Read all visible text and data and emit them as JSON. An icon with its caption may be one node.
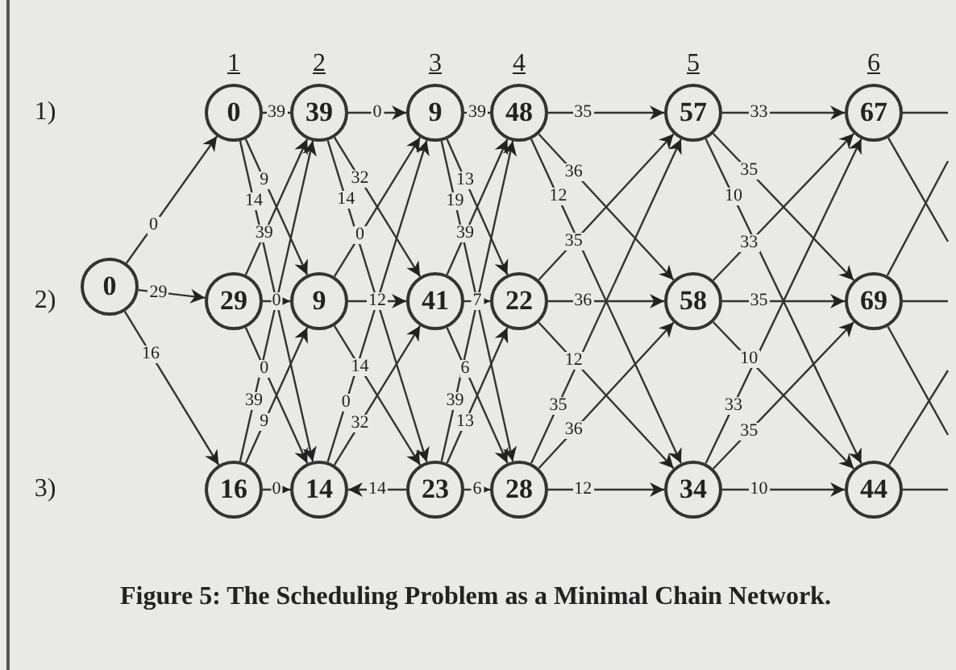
{
  "diagram": {
    "caption": "Figure 5: The Scheduling Problem as a Minimal Chain Network.",
    "nodes": [
      {
        "text": [
          "0"
        ]
      },
      {
        "text": [
          "0"
        ]
      },
      {
        "text": [
          "29"
        ]
      },
      {
        "text": [
          "16"
        ]
      },
      {
        "text": [
          "39"
        ]
      },
      {
        "text": [
          "9"
        ]
      },
      {
        "text": [
          "14"
        ]
      },
      {
        "text": [
          "9"
        ]
      },
      {
        "text": [
          "41"
        ]
      },
      {
        "text": [
          "23"
        ]
      },
      {
        "text": [
          "48"
        ]
      },
      {
        "text": [
          "22"
        ]
      },
      {
        "text": [
          "28"
        ]
      },
      {
        "text": [
          "57"
        ]
      },
      {
        "text": [
          "58"
        ]
      },
      {
        "text": [
          "34"
        ]
      },
      {
        "text": [
          "67"
        ]
      },
      {
        "text": [
          "69"
        ]
      },
      {
        "text": [
          "44"
        ]
      }
    ],
    "edges": [
      {
        "from": 0,
        "to": 1,
        "label": "0",
        "arrow": "to"
      },
      {
        "from": 0,
        "to": 2,
        "label": "29",
        "arrow": "to"
      },
      {
        "from": 0,
        "to": 3,
        "label": "16",
        "arrow": "to"
      },
      {
        "from": 1,
        "to": 4,
        "label": "39",
        "arrow": "to"
      },
      {
        "from": 1,
        "to": 5,
        "label": "9",
        "arrow": "to"
      },
      {
        "from": 1,
        "to": 6,
        "label": "14",
        "arrow": "to"
      },
      {
        "from": 2,
        "to": 4,
        "label": "39",
        "arrow": "to"
      },
      {
        "from": 2,
        "to": 5,
        "label": "0",
        "arrow": "to"
      },
      {
        "from": 2,
        "to": 6,
        "label": "0",
        "arrow": "to"
      },
      {
        "from": 3,
        "to": 4,
        "label": "39",
        "arrow": "to"
      },
      {
        "from": 3,
        "to": 5,
        "label": "9",
        "arrow": "to"
      },
      {
        "from": 3,
        "to": 6,
        "label": "0",
        "arrow": "to"
      },
      {
        "from": 4,
        "to": 7,
        "label": "0",
        "arrow": "to"
      },
      {
        "from": 4,
        "to": 8,
        "label": "32",
        "arrow": "to"
      },
      {
        "from": 4,
        "to": 9,
        "label": "14",
        "arrow": "to"
      },
      {
        "from": 5,
        "to": 7,
        "label": "0",
        "arrow": "to"
      },
      {
        "from": 5,
        "to": 8,
        "label": "12",
        "arrow": "to"
      },
      {
        "from": 5,
        "to": 9,
        "label": "14",
        "arrow": "to"
      },
      {
        "from": 6,
        "to": 7,
        "label": "0",
        "arrow": "to"
      },
      {
        "from": 6,
        "to": 8,
        "label": "32",
        "arrow": "to"
      },
      {
        "from": 9,
        "to": 6,
        "label": "14",
        "arrow": "to"
      },
      {
        "from": 7,
        "to": 10,
        "label": "39",
        "arrow": "to"
      },
      {
        "from": 7,
        "to": 11,
        "label": "13",
        "arrow": "to"
      },
      {
        "from": 7,
        "to": 12,
        "label": "19",
        "arrow": "to"
      },
      {
        "from": 8,
        "to": 10,
        "label": "39",
        "arrow": "to"
      },
      {
        "from": 8,
        "to": 11,
        "label": "7",
        "arrow": "to"
      },
      {
        "from": 8,
        "to": 12,
        "label": "6",
        "arrow": "to"
      },
      {
        "from": 9,
        "to": 10,
        "label": "39",
        "arrow": "to"
      },
      {
        "from": 9,
        "to": 11,
        "label": "13",
        "arrow": "to"
      },
      {
        "from": 9,
        "to": 12,
        "label": "6",
        "arrow": "to"
      },
      {
        "from": 10,
        "to": 13,
        "label": "35",
        "arrow": "to"
      },
      {
        "from": 10,
        "to": 14,
        "label": "36",
        "arrow": "to"
      },
      {
        "from": 10,
        "to": 15,
        "label": "12",
        "arrow": "to"
      },
      {
        "from": 11,
        "to": 13,
        "label": "35",
        "arrow": "to"
      },
      {
        "from": 11,
        "to": 14,
        "label": "36",
        "arrow": "to"
      },
      {
        "from": 11,
        "to": 15,
        "label": "12",
        "arrow": "to"
      },
      {
        "from": 12,
        "to": 13,
        "label": "35",
        "arrow": "to"
      },
      {
        "from": 12,
        "to": 14,
        "label": "36",
        "arrow": "to"
      },
      {
        "from": 12,
        "to": 15,
        "label": "12",
        "arrow": "to"
      },
      {
        "from": 13,
        "to": 16,
        "label": "33",
        "arrow": "to"
      },
      {
        "from": 13,
        "to": 17,
        "label": "35",
        "arrow": "to"
      },
      {
        "from": 13,
        "to": 18,
        "label": "10",
        "arrow": "to"
      },
      {
        "from": 14,
        "to": 16,
        "label": "33",
        "arrow": "to"
      },
      {
        "from": 14,
        "to": 17,
        "label": "35",
        "arrow": "to"
      },
      {
        "from": 14,
        "to": 18,
        "label": "10",
        "arrow": "to"
      },
      {
        "from": 15,
        "to": 16,
        "label": "33",
        "arrow": "to"
      },
      {
        "from": 15,
        "to": 17,
        "label": "35",
        "arrow": "to"
      },
      {
        "from": 15,
        "to": 18,
        "label": "10",
        "arrow": "to"
      },
      {
        "from": 16,
        "to": null,
        "arrow": "none"
      },
      {
        "from": 17,
        "to": null,
        "arrow": "none"
      },
      {
        "from": 18,
        "to": null,
        "arrow": "none"
      },
      {
        "from": 16,
        "to": null,
        "arrow": "none"
      },
      {
        "from": 17,
        "to": null,
        "arrow": "none"
      },
      {
        "from": 17,
        "to": null,
        "arrow": "none"
      },
      {
        "from": 18,
        "to": null,
        "arrow": "none"
      }
    ],
    "labels": [
      "1",
      "2",
      "3",
      "4",
      "5",
      "6",
      "1)",
      "2)",
      "3)"
    ]
  }
}
